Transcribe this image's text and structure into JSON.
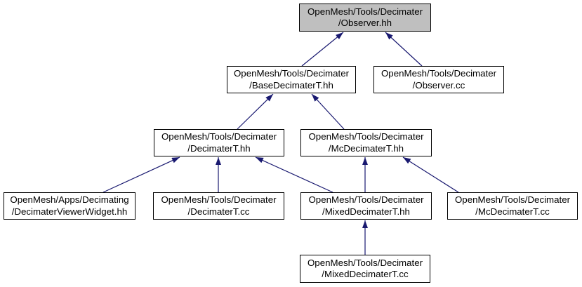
{
  "diagram": {
    "colors": {
      "arrow": "#191970",
      "node_border": "#000000",
      "node_fill": "#ffffff",
      "highlight_fill": "#bfbfbf",
      "background": "#ffffff"
    },
    "nodes": [
      {
        "id": "observer-hh",
        "line1": "OpenMesh/Tools/Decimater",
        "line2": "/Observer.hh",
        "highlighted": true
      },
      {
        "id": "basedecimatert-hh",
        "line1": "OpenMesh/Tools/Decimater",
        "line2": "/BaseDecimaterT.hh",
        "highlighted": false
      },
      {
        "id": "observer-cc",
        "line1": "OpenMesh/Tools/Decimater",
        "line2": "/Observer.cc",
        "highlighted": false
      },
      {
        "id": "decimatert-hh",
        "line1": "OpenMesh/Tools/Decimater",
        "line2": "/DecimaterT.hh",
        "highlighted": false
      },
      {
        "id": "mcdecimatert-hh",
        "line1": "OpenMesh/Tools/Decimater",
        "line2": "/McDecimaterT.hh",
        "highlighted": false
      },
      {
        "id": "decimaterviewerwidget-hh",
        "line1": "OpenMesh/Apps/Decimating",
        "line2": "/DecimaterViewerWidget.hh",
        "highlighted": false
      },
      {
        "id": "decimatert-cc",
        "line1": "OpenMesh/Tools/Decimater",
        "line2": "/DecimaterT.cc",
        "highlighted": false
      },
      {
        "id": "mixeddecimatert-hh",
        "line1": "OpenMesh/Tools/Decimater",
        "line2": "/MixedDecimaterT.hh",
        "highlighted": false
      },
      {
        "id": "mcdecimatert-cc",
        "line1": "OpenMesh/Tools/Decimater",
        "line2": "/McDecimaterT.cc",
        "highlighted": false
      },
      {
        "id": "mixeddecimatert-cc",
        "line1": "OpenMesh/Tools/Decimater",
        "line2": "/MixedDecimaterT.cc",
        "highlighted": false
      }
    ],
    "edges": [
      {
        "from": "BaseDecimaterT.hh",
        "to": "Observer.hh"
      },
      {
        "from": "Observer.cc",
        "to": "Observer.hh"
      },
      {
        "from": "DecimaterT.hh",
        "to": "BaseDecimaterT.hh"
      },
      {
        "from": "McDecimaterT.hh",
        "to": "BaseDecimaterT.hh"
      },
      {
        "from": "DecimaterViewerWidget.hh",
        "to": "DecimaterT.hh"
      },
      {
        "from": "DecimaterT.cc",
        "to": "DecimaterT.hh"
      },
      {
        "from": "MixedDecimaterT.hh",
        "to": "DecimaterT.hh"
      },
      {
        "from": "MixedDecimaterT.hh",
        "to": "McDecimaterT.hh"
      },
      {
        "from": "McDecimaterT.cc",
        "to": "McDecimaterT.hh"
      },
      {
        "from": "MixedDecimaterT.cc",
        "to": "MixedDecimaterT.hh"
      }
    ]
  }
}
